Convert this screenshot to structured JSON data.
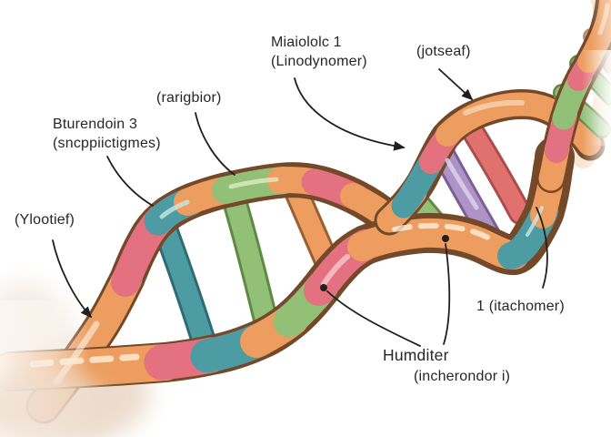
{
  "figure": {
    "kind": "dna-double-helix-watercolor-illustration",
    "background": "#FFFFFF"
  },
  "labels": {
    "molecule": {
      "line1": "Miaiololc 1",
      "line2": "(Linodynomer)"
    },
    "jotseaf": {
      "text": "(jotseaf)"
    },
    "tarigbior": {
      "text": "(rarigbior)"
    },
    "bturendoin": {
      "line1": "Bturendoin 3",
      "line2": "(sncppiictigmes)"
    },
    "ylootief": {
      "text": "(Ylootief)"
    },
    "itachomer": {
      "text": "1 (itachomer)"
    },
    "humditer": {
      "line1": "Humditer",
      "line2": "(incherondor i)"
    }
  },
  "palette": {
    "orange": "#EC9D5F",
    "orange_dark": "#9A5E30",
    "pink": "#E4717F",
    "pink_dark": "#A84A56",
    "teal": "#4E9CA3",
    "teal_dark": "#2F6C72",
    "green": "#93C077",
    "green_dark": "#5E8A45",
    "purple": "#AE94C6",
    "purple_dark": "#7B5F96",
    "salmon": "#E0716E",
    "salmon_dark": "#AA4E4C",
    "outline": "#74492A",
    "leader": "#1F1F1F",
    "text": "#262626",
    "smudge": "#EBD9C9",
    "faded_tube": "#F3CFAB"
  }
}
